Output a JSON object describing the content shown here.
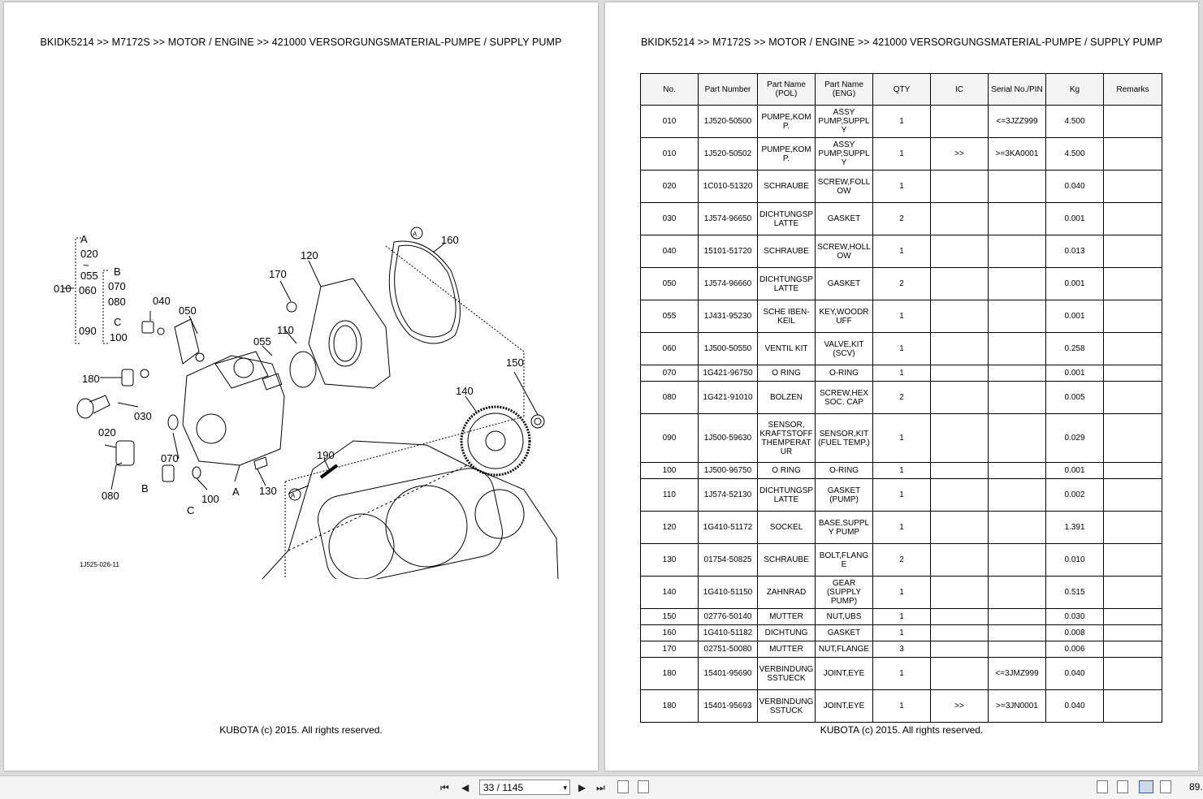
{
  "breadcrumb": "BKIDK5214 >> M7172S >> MOTOR / ENGINE >> 421000   VERSORGUNGSMATERIAL-PUMPE / SUPPLY PUMP",
  "footer": "KUBOTA (c) 2015. All rights reserved.",
  "diagram": {
    "figure_id": "1J525-026-11",
    "callouts": [
      "A",
      "020",
      "~",
      "055",
      "B",
      "070",
      "080",
      "C",
      "090",
      "100",
      "010",
      "060",
      "040",
      "050",
      "170",
      "120",
      "160",
      "055",
      "110",
      "150",
      "180",
      "030",
      "140",
      "020",
      "070",
      "190",
      "080",
      "B",
      "100",
      "A",
      "130",
      "C",
      "A",
      "A"
    ]
  },
  "table": {
    "headers": [
      "No.",
      "Part Number",
      "Part Name\n(POL)",
      "Part Name\n(ENG)",
      "QTY",
      "IC",
      "Serial No./PIN",
      "Kg",
      "Remarks"
    ],
    "rows": [
      {
        "no": "010",
        "pn": "1J520-50500",
        "pol": "PUMPE,KOM P.",
        "eng": "ASSY PUMP,SUPPL Y",
        "qty": "1",
        "ic": "",
        "serial": "<=3JZZ999",
        "kg": "4.500",
        "remarks": ""
      },
      {
        "no": "010",
        "pn": "1J520-50502",
        "pol": "PUMPE,KOM P.",
        "eng": "ASSY PUMP,SUPPL Y",
        "qty": "1",
        "ic": ">>",
        "serial": ">=3KA0001",
        "kg": "4.500",
        "remarks": ""
      },
      {
        "no": "020",
        "pn": "1C010-51320",
        "pol": "SCHRAUBE",
        "eng": "SCREW,FOLL OW",
        "qty": "1",
        "ic": "",
        "serial": "",
        "kg": "0.040",
        "remarks": ""
      },
      {
        "no": "030",
        "pn": "1J574-96650",
        "pol": "DICHTUNGSP LATTE",
        "eng": "GASKET",
        "qty": "2",
        "ic": "",
        "serial": "",
        "kg": "0.001",
        "remarks": ""
      },
      {
        "no": "040",
        "pn": "15101-51720",
        "pol": "SCHRAUBE",
        "eng": "SCREW,HOLL OW",
        "qty": "1",
        "ic": "",
        "serial": "",
        "kg": "0.013",
        "remarks": ""
      },
      {
        "no": "050",
        "pn": "1J574-96660",
        "pol": "DICHTUNGSP LATTE",
        "eng": "GASKET",
        "qty": "2",
        "ic": "",
        "serial": "",
        "kg": "0.001",
        "remarks": ""
      },
      {
        "no": "055",
        "pn": "1J431-95230",
        "pol": "SCHE IBEN-KEIL",
        "eng": "KEY,WOODR UFF",
        "qty": "1",
        "ic": "",
        "serial": "",
        "kg": "0.001",
        "remarks": ""
      },
      {
        "no": "060",
        "pn": "1J500-50550",
        "pol": "VENTIL KIT",
        "eng": "VALVE,KIT (SCV)",
        "qty": "1",
        "ic": "",
        "serial": "",
        "kg": "0.258",
        "remarks": ""
      },
      {
        "no": "070",
        "pn": "1G421-96750",
        "pol": "O RING",
        "eng": "O-RING",
        "qty": "1",
        "ic": "",
        "serial": "",
        "kg": "0.001",
        "remarks": ""
      },
      {
        "no": "080",
        "pn": "1G421-91010",
        "pol": "BOLZEN",
        "eng": "SCREW,HEX SOC. CAP",
        "qty": "2",
        "ic": "",
        "serial": "",
        "kg": "0.005",
        "remarks": ""
      },
      {
        "no": "090",
        "pn": "1J500-59630",
        "pol": "SENSOR, KRAFTSTOFF THEMPERAT UR",
        "eng": "SENSOR,KIT (FUEL TEMP.)",
        "qty": "1",
        "ic": "",
        "serial": "",
        "kg": "0.029",
        "remarks": ""
      },
      {
        "no": "100",
        "pn": "1J500-96750",
        "pol": "O RING",
        "eng": "O-RING",
        "qty": "1",
        "ic": "",
        "serial": "",
        "kg": "0.001",
        "remarks": ""
      },
      {
        "no": "110",
        "pn": "1J574-52130",
        "pol": "DICHTUNGSP LATTE",
        "eng": "GASKET (PUMP)",
        "qty": "1",
        "ic": "",
        "serial": "",
        "kg": "0.002",
        "remarks": ""
      },
      {
        "no": "120",
        "pn": "1G410-51172",
        "pol": "SOCKEL",
        "eng": "BASE,SUPPL Y PUMP",
        "qty": "1",
        "ic": "",
        "serial": "",
        "kg": "1.391",
        "remarks": ""
      },
      {
        "no": "130",
        "pn": "01754-50825",
        "pol": "SCHRAUBE",
        "eng": "BOLT,FLANG E",
        "qty": "2",
        "ic": "",
        "serial": "",
        "kg": "0.010",
        "remarks": ""
      },
      {
        "no": "140",
        "pn": "1G410-51150",
        "pol": "ZAHNRAD",
        "eng": "GEAR (SUPPLY PUMP)",
        "qty": "1",
        "ic": "",
        "serial": "",
        "kg": "0.515",
        "remarks": ""
      },
      {
        "no": "150",
        "pn": "02776-50140",
        "pol": "MUTTER",
        "eng": "NUT,UBS",
        "qty": "1",
        "ic": "",
        "serial": "",
        "kg": "0.030",
        "remarks": ""
      },
      {
        "no": "160",
        "pn": "1G410-51182",
        "pol": "DICHTUNG",
        "eng": "GASKET",
        "qty": "1",
        "ic": "",
        "serial": "",
        "kg": "0.008",
        "remarks": ""
      },
      {
        "no": "170",
        "pn": "02751-50080",
        "pol": "MUTTER",
        "eng": "NUT,FLANGE",
        "qty": "3",
        "ic": "",
        "serial": "",
        "kg": "0.006",
        "remarks": ""
      },
      {
        "no": "180",
        "pn": "15401-95690",
        "pol": "VERBINDUNG SSTUECK",
        "eng": "JOINT,EYE",
        "qty": "1",
        "ic": "",
        "serial": "<=3JMZ999",
        "kg": "0.040",
        "remarks": ""
      },
      {
        "no": "180",
        "pn": "15401-95693",
        "pol": "VERBINDUNG SSTUCK",
        "eng": "JOINT,EYE",
        "qty": "1",
        "ic": ">>",
        "serial": ">=3JN0001",
        "kg": "0.040",
        "remarks": ""
      }
    ]
  },
  "toolbar": {
    "page_indicator": "33 / 1145",
    "zoom": "89."
  },
  "icons": {
    "first": "⏮",
    "prev": "◀",
    "next": "▶",
    "last": "⏭",
    "dropdown": "▾"
  }
}
